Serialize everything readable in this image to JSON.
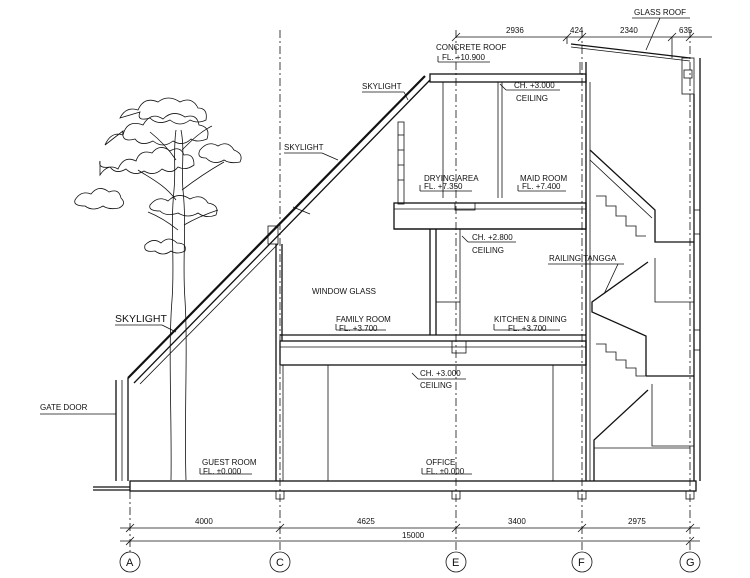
{
  "labels": {
    "glass_roof": "GLASS ROOF",
    "concrete_roof": "CONCRETE ROOF",
    "concrete_roof_fl": "FL. +10.900",
    "ch_top": "CH. +3.000",
    "ceiling_top": "CEILING",
    "skylight_top": "SKYLIGHT",
    "skylight_mid": "SKYLIGHT",
    "skylight_big": "SKYLIGHT",
    "drying_area": "DRYING AREA",
    "drying_area_fl": "FL. +7.350",
    "maid_room": "MAID ROOM",
    "maid_room_fl": "FL. +7.400",
    "ch_mid": "CH. +2.800",
    "ceiling_mid": "CEILING",
    "railing": "RAILING TANGGA",
    "window_glass": "WINDOW GLASS",
    "family_room": "FAMILY ROOM",
    "family_room_fl": "FL. +3.700",
    "kitchen": "KITCHEN & DINING",
    "kitchen_fl": "FL. +3.700",
    "ch_low": "CH. +3.000",
    "ceiling_low": "CEILING",
    "gate_door": "GATE DOOR",
    "guest_room": "GUEST ROOM",
    "guest_room_fl": "FL. ±0.000",
    "office": "OFFICE",
    "office_fl": "FL. ±0.000"
  },
  "dimensions": {
    "top": [
      "2936",
      "424",
      "2340",
      "635"
    ],
    "bottom": [
      "4000",
      "4625",
      "3400",
      "2975"
    ],
    "total": "15000"
  },
  "grid": [
    "A",
    "C",
    "E",
    "F",
    "G"
  ]
}
